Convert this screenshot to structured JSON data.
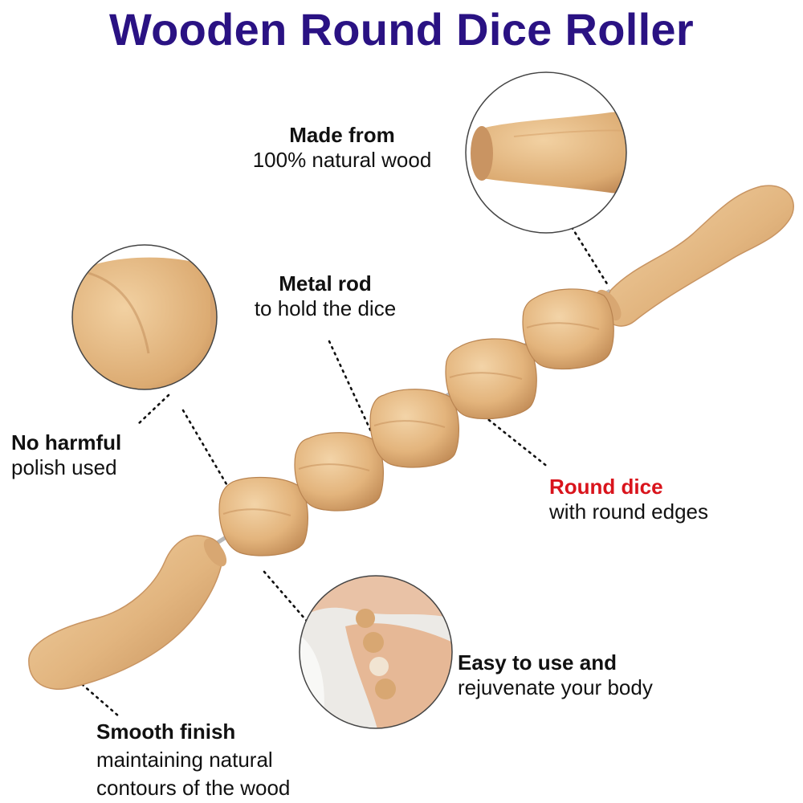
{
  "title": "Wooden Round Dice Roller",
  "colors": {
    "title": "#2a1283",
    "highlight": "#d9141c",
    "text": "#111111",
    "wood": "#e8c08e"
  },
  "callouts": {
    "wood": {
      "head": "Made from",
      "body": "100% natural wood"
    },
    "rod": {
      "head": "Metal rod",
      "body": "to hold the dice"
    },
    "polish": {
      "head": "No harmful",
      "body": "polish used"
    },
    "dice": {
      "head": "Round dice",
      "body": "with round edges"
    },
    "use": {
      "head": "Easy to use and",
      "body": "rejuvenate your body"
    },
    "finish": {
      "head": "Smooth finish",
      "body1": "maintaining natural",
      "body2": "contours of the wood"
    }
  }
}
